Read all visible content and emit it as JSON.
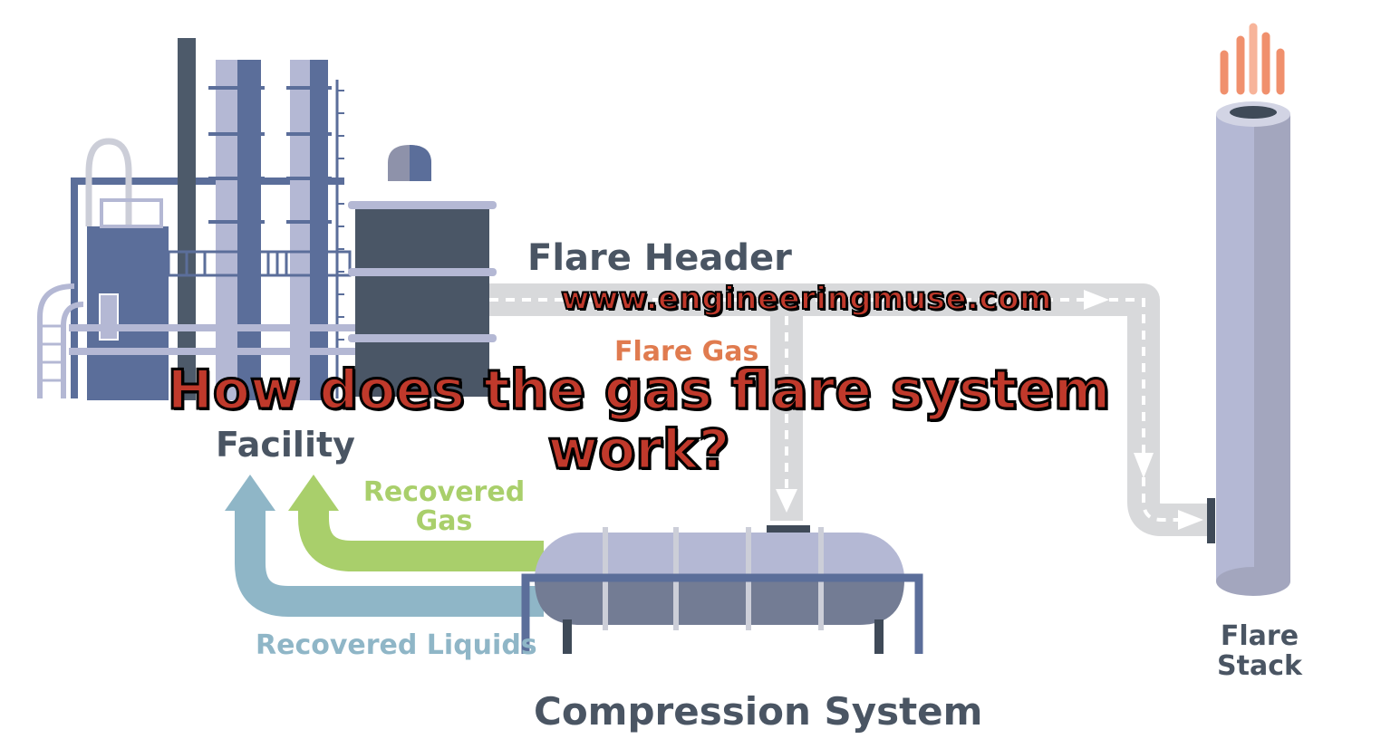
{
  "labels": {
    "flare_header": "Flare Header",
    "flare_gas": "Flare Gas",
    "facility": "Facility",
    "recovered_gas_line1": "Recovered",
    "recovered_gas_line2": "Gas",
    "recovered_liquids": "Recovered Liquids",
    "compression_system": "Compression System",
    "flare_stack_line1": "Flare",
    "flare_stack_line2": "Stack"
  },
  "watermark": "www.engineeringmuse.com",
  "headline": {
    "line1": "How does the gas flare system",
    "line2": "work?"
  },
  "colors": {
    "structure_dark": "#5b6e9a",
    "structure_light": "#b4b8d4",
    "vessel_dark": "#4a5666",
    "pipe_grey": "#d8d9db",
    "recovered_gas": "#a9cf6b",
    "recovered_liquids": "#8fb6c7",
    "flare_gas_text": "#e07b4f",
    "flame": "#f0906d",
    "label_dark": "#4a5563",
    "headline_text": "#c0392b"
  }
}
